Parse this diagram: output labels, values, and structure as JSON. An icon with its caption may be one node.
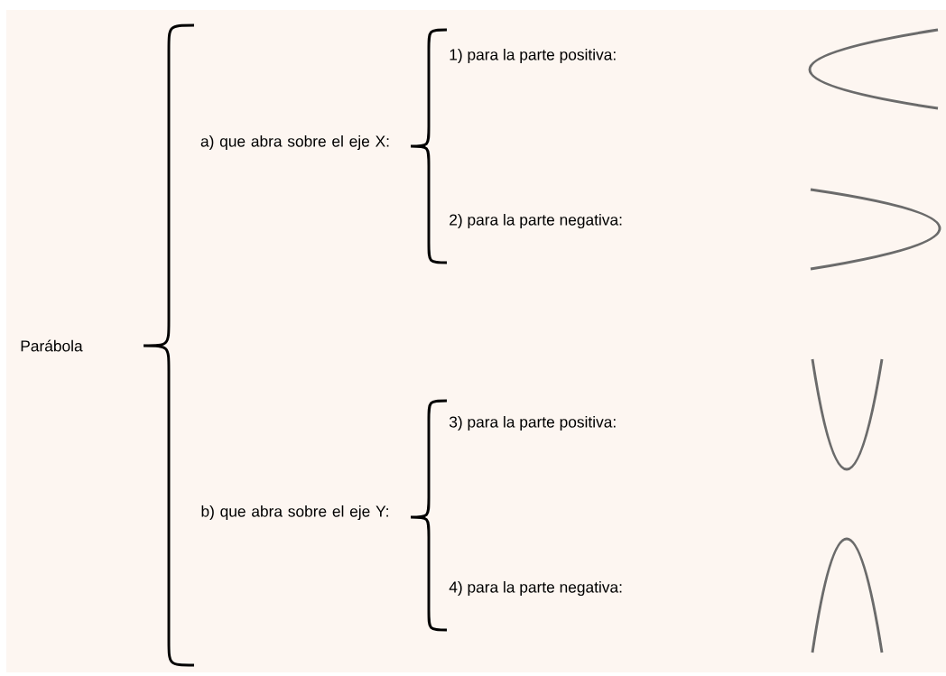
{
  "diagram": {
    "labels": [
      "Parábola",
      "a) que abra sobre el eje X:",
      "1) para la parte positiva:",
      "2) para la parte negativa:",
      "b) que abra sobre el eje Y:",
      "3) para la parte positiva:",
      "4) para la parte negativa:"
    ]
  }
}
